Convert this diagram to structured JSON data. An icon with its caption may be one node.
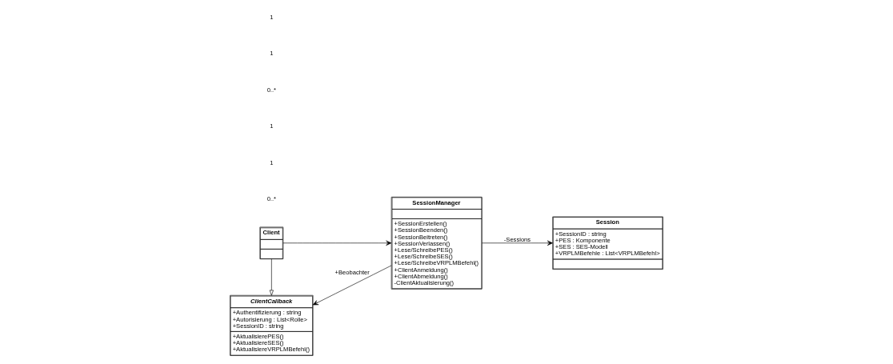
{
  "diagram": {
    "nodes": [
      {
        "text": [
          "ClientCallback",
          "+Authentifizierung : string",
          "+Autorisierung : List<Rolle>",
          "+SessionID : string",
          "+AktualisierePES()",
          "+AktualisiereSES()",
          "+AktualisiereVRPLMBefehl()"
        ]
      },
      {
        "text": [
          "SessionManager",
          "+SessionErstellen()",
          "+SessionBeenden()",
          "+SessionBeitreten()",
          "+SessionVerlassen()",
          "+Lese/SchreibePES()",
          "+Lese/SchreibeSES()",
          "+Lese/SchreibeVRPLMBefehl()",
          "+ClientAnmeldung()",
          "+ClientAbmeldung()",
          "-ClientAktualisierung()"
        ]
      },
      {
        "text": [
          "Session",
          "+SessionID : string",
          "+PES : Komponente",
          "+SES : SES-Modell",
          "+VRPLMBefehle : List<VRPLMBefehl>"
        ]
      },
      {
        "text": [
          "Client"
        ]
      }
    ],
    "edges": [
      {
        "from": 3,
        "to": 0,
        "arrow": "to"
      },
      {
        "from": 1,
        "to": 0,
        "arrow": "to",
        "label": "+Beobachter"
      },
      {
        "from": 1,
        "to": 2,
        "arrow": "to",
        "label": "-Sessions"
      },
      {
        "from": 3,
        "to": 1,
        "arrow": "to"
      }
    ],
    "labels": [
      "0..*",
      "1",
      "1",
      "0..*",
      "1",
      "1"
    ]
  }
}
